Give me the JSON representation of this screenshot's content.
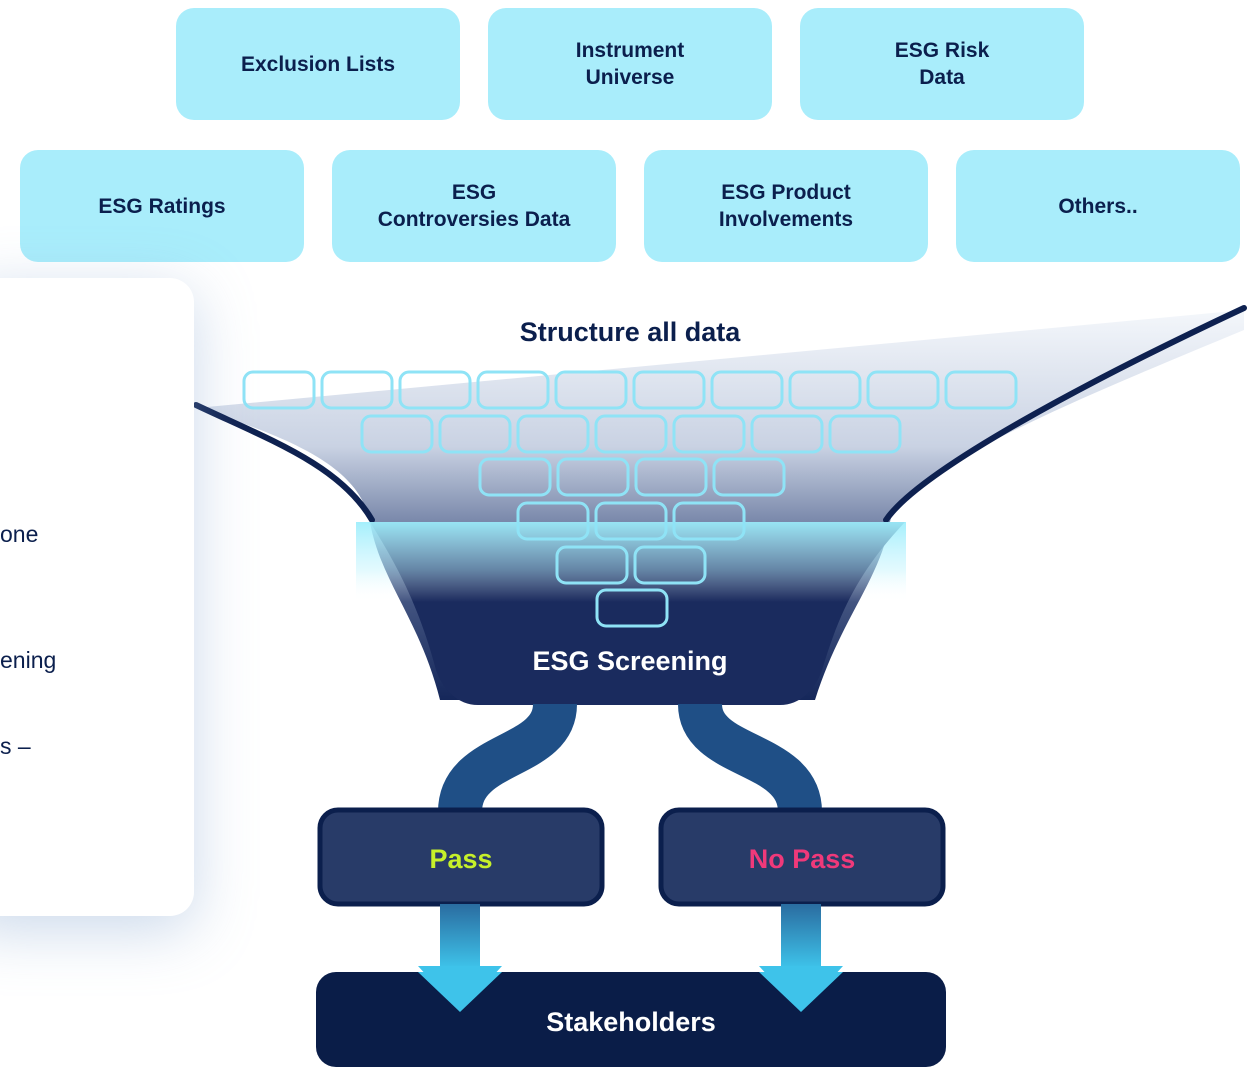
{
  "sources_top": [
    "Exclusion Lists",
    "Instrument\nUniverse",
    "ESG Risk\nData"
  ],
  "sources_bottom": [
    "ESG Ratings",
    "ESG\nControversies Data",
    "ESG Product\nInvolvements",
    "Others.."
  ],
  "funnel": {
    "structure_label": "Structure all data",
    "screening_label": "ESG Screening"
  },
  "outcomes": {
    "pass_label": "Pass",
    "no_pass_label": "No Pass",
    "pass_color": "#c6f02a",
    "no_pass_color": "#f0397a"
  },
  "stakeholders_label": "Stakeholders",
  "side_card": {
    "fragments": [
      "one",
      "ening",
      "s –"
    ]
  },
  "colors": {
    "source_box": "#a9edfb",
    "navy": "#0b1f4d",
    "deep_navy": "#0a1d48",
    "arrow_cyan": "#3ec3ea",
    "funnel_gradient_top": "#e9eef7",
    "funnel_gradient_bottom": "#1a2a5e"
  }
}
